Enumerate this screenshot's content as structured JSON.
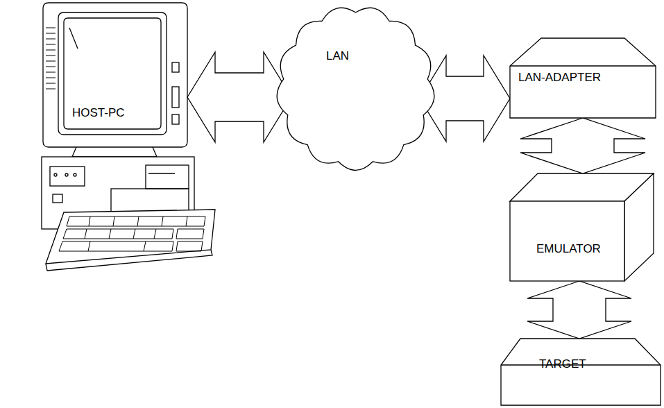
{
  "diagram": {
    "nodes": [
      {
        "text": [
          "HOST-PC"
        ]
      },
      {
        "text": [
          "LAN"
        ]
      },
      {
        "text": [
          "LAN-ADAPTER"
        ]
      },
      {
        "text": [
          "EMULATOR"
        ]
      },
      {
        "text": [
          "TARGET"
        ]
      }
    ],
    "edges": [
      {
        "from": 0,
        "to": 1,
        "arrow": "both"
      },
      {
        "from": 1,
        "to": 2,
        "arrow": "both"
      },
      {
        "from": 2,
        "to": 3,
        "arrow": "both"
      },
      {
        "from": 3,
        "to": 4,
        "arrow": "both"
      }
    ]
  }
}
